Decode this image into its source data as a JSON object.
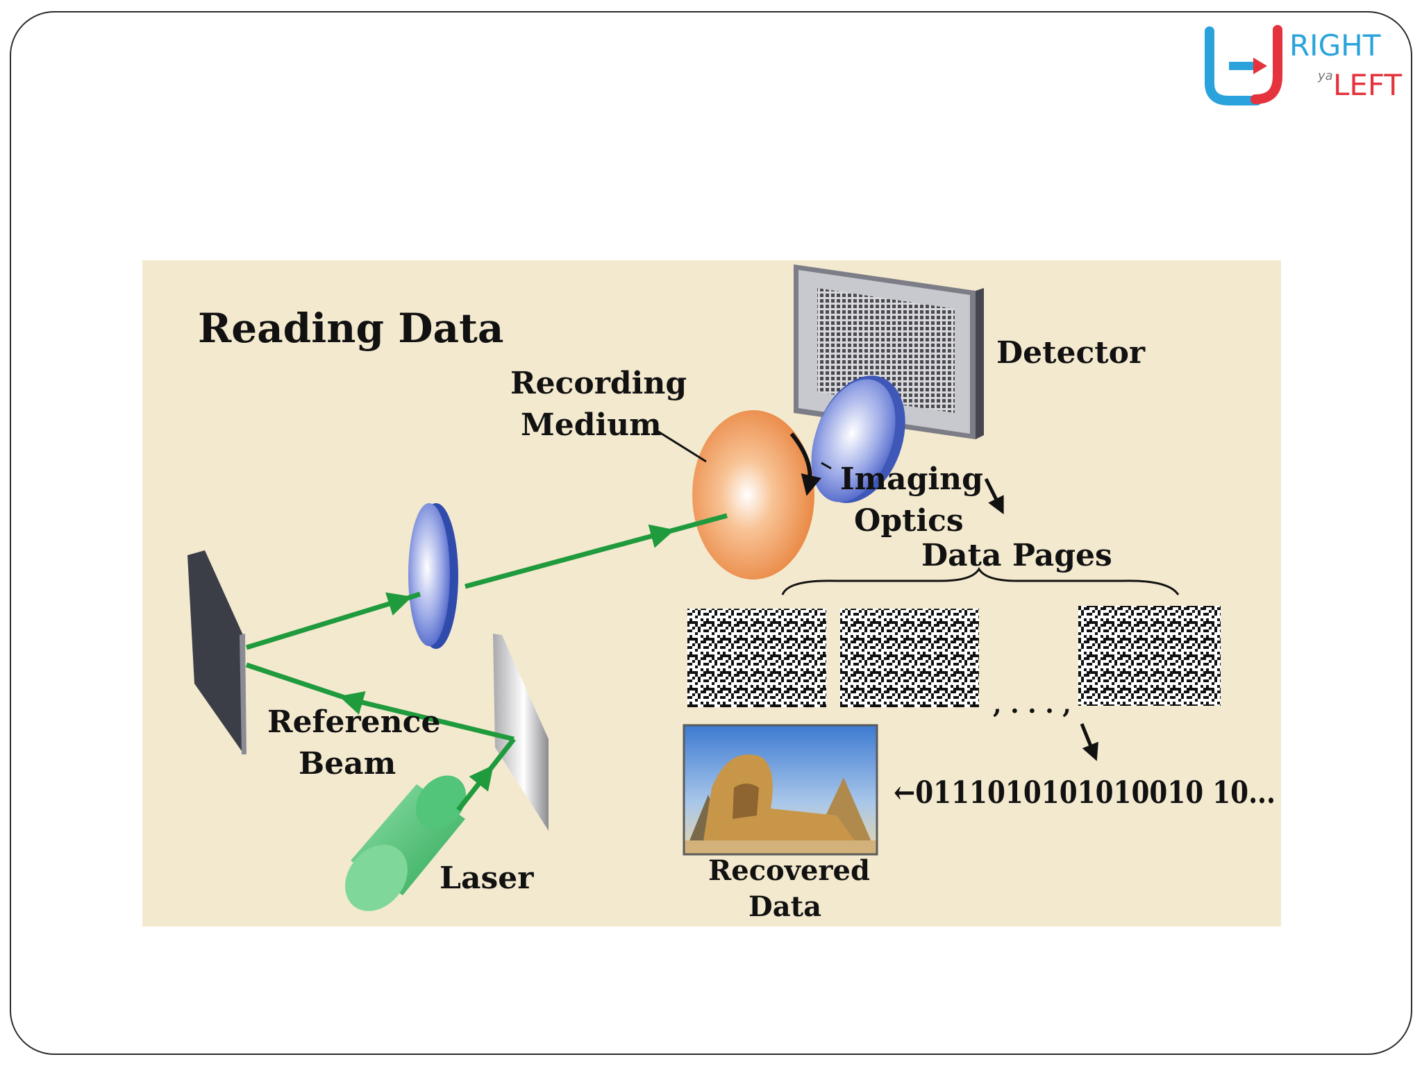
{
  "logo": {
    "right_text": "RIGHT",
    "ya_text": "ya",
    "left_text": "LEFT",
    "colors": {
      "blue": "#2aa3dc",
      "red": "#e5333d"
    }
  },
  "diagram": {
    "title": "Reading Data",
    "labels": {
      "recording_medium_1": "Recording",
      "recording_medium_2": "Medium",
      "detector": "Detector",
      "imaging_optics_1": "Imaging",
      "imaging_optics_2": "Optics",
      "data_pages": "Data Pages",
      "reference_beam_1": "Reference",
      "reference_beam_2": "Beam",
      "laser": "Laser",
      "recovered_data_1": "Recovered",
      "recovered_data_2": "Data",
      "bitstream": "←0111010101010010 10...",
      "ellipsis": ", . . . ,"
    },
    "colors": {
      "background": "#f3e9cf",
      "beam": "#1f9a3c",
      "lens": "#6f86d6",
      "medium": "#f09a55",
      "laser": "#3cbf6a",
      "mirror": "#3b3d47"
    }
  }
}
